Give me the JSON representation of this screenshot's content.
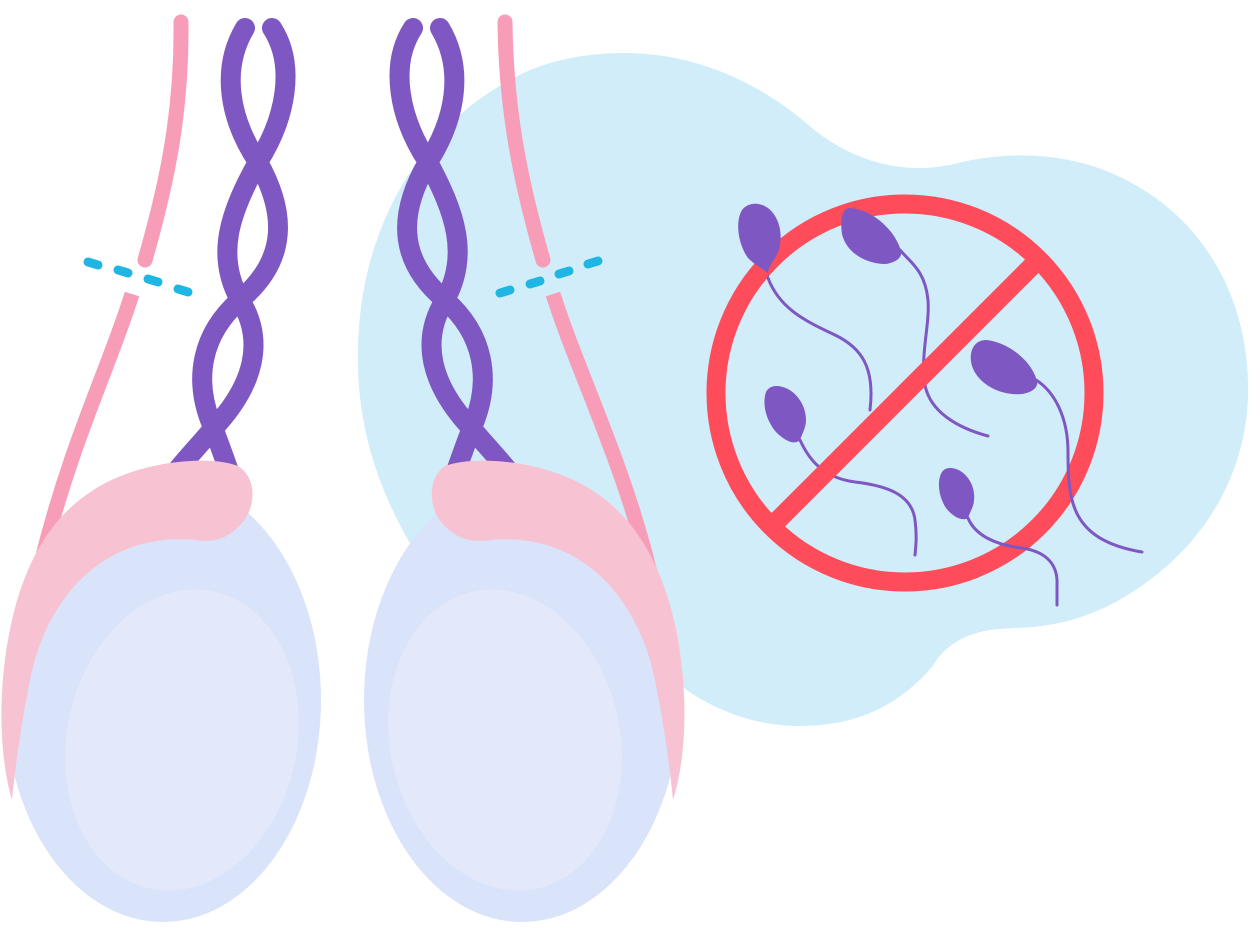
{
  "illustration": {
    "subject": "",
    "elements": [
      "background-blob",
      "left-testicle",
      "right-testicle",
      "left-epididymis",
      "right-epididymis",
      "left-spermatic-cord",
      "right-spermatic-cord",
      "left-vas-deferens",
      "right-vas-deferens",
      "left-cut-line",
      "right-cut-line",
      "no-symbol",
      "sperm-cells"
    ],
    "sperm_count": 5
  },
  "colors": {
    "background_blob": "#d1edf9",
    "testicle_outer": "#d9e3f9",
    "testicle_inner": "#e3e9fa",
    "epididymis": "#f7c3d3",
    "vas_deferens": "#f79db8",
    "spermatic_cord": "#7e57c2",
    "cut_line": "#1fb6e3",
    "prohibition": "#ff4c5b",
    "sperm": "#7e57c2"
  },
  "icons": {
    "prohibition": "no-entry-circle-icon",
    "sperm": "sperm-cell-icon"
  }
}
